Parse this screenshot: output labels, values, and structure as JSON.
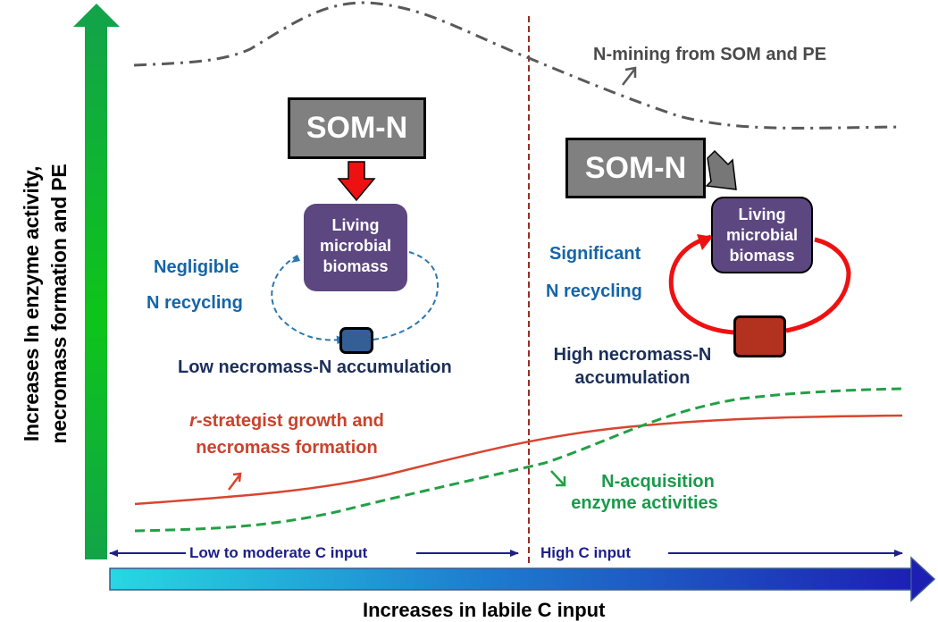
{
  "axes": {
    "y_label_line1": "Increases  In enzyme activity,",
    "y_label_line2": "necromass formation and PE",
    "x_label": "Increases in labile C input"
  },
  "ranges": {
    "low": "Low to moderate C input",
    "high": "High C input"
  },
  "curves": {
    "n_mining": "N-mining from SOM and PE",
    "r_strategist_prefix": "r",
    "r_strategist_line1": "-strategist growth and",
    "r_strategist_line2": "necromass formation",
    "enzyme_line1": "N-acquisition",
    "enzyme_line2": "enzyme activities"
  },
  "left_panel": {
    "som_label": "SOM-N",
    "biomass_line1": "Living",
    "biomass_line2": "microbial",
    "biomass_line3": "biomass",
    "recycling_line1": "Negligible",
    "recycling_line2": "N recycling",
    "necromass_label": "Low necromass-N accumulation"
  },
  "right_panel": {
    "som_label": "SOM-N",
    "biomass_line1": "Living",
    "biomass_line2": "microbial",
    "biomass_line3": "biomass",
    "recycling_line1": "Significant",
    "recycling_line2": "N recycling",
    "necromass_line1": "High necromass-N",
    "necromass_line2": "accumulation"
  },
  "colors": {
    "y_axis_arrow": "#12b33c",
    "x_axis_start": "#25d5e0",
    "x_axis_end": "#1f1fb8",
    "som_box": "#808080",
    "biomass_box": "#5c4780",
    "necromass_low": "#345e96",
    "necromass_high": "#b3321f",
    "recycling_high": "#ee1111",
    "recycling_low": "#2a78b0",
    "r_strategist_curve": "#d8452f",
    "enzyme_curve": "#22a046",
    "n_mining_curve": "#595959",
    "divider": "#9a2e22"
  }
}
